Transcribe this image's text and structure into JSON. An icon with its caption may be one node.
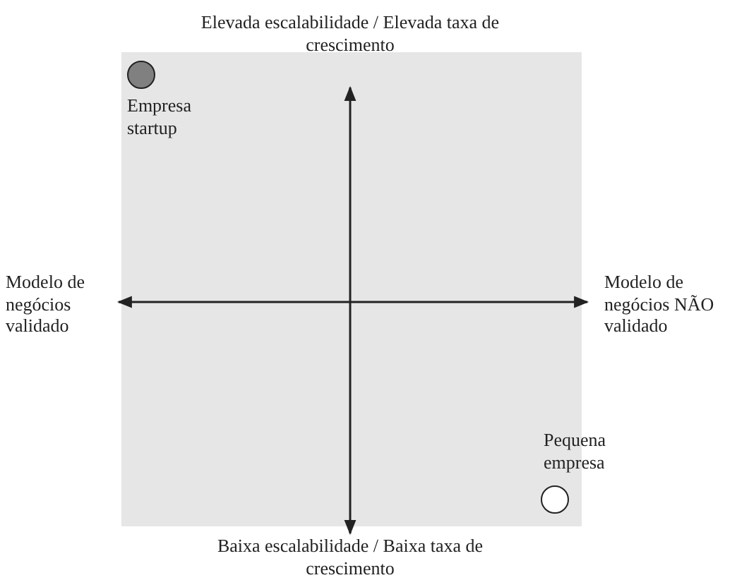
{
  "diagram": {
    "nodes": [
      {
        "text": [],
        "shape": "circle",
        "beside": [
          "Empresa startup"
        ]
      },
      {
        "text": [],
        "shape": "circle",
        "beside": [
          "Pequena empresa"
        ]
      }
    ],
    "edges": [],
    "labels": [
      "Elevada escalabilidade / Elevada taxa de crescimento",
      "Modelo de negócios validado",
      "Modelo de negócios NÃO validado",
      "Baixa escalabilidade / Baixa taxa de crescimento"
    ]
  }
}
